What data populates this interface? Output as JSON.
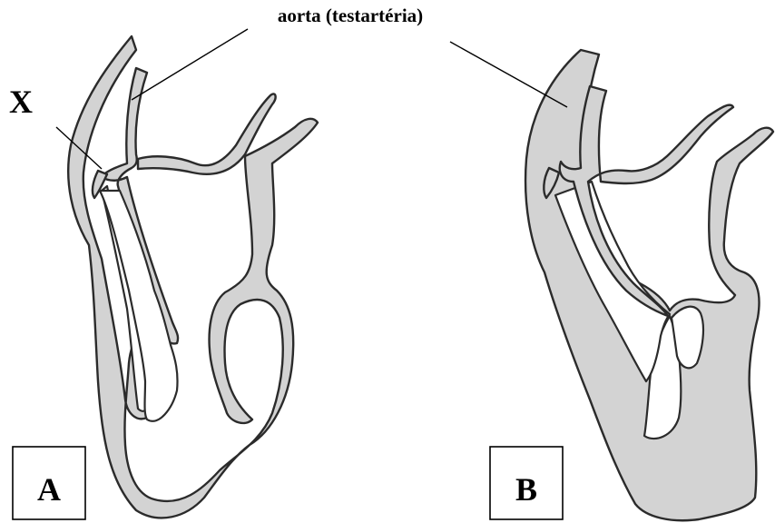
{
  "labels": {
    "aorta": "aorta (testartéria)",
    "x": "X",
    "panel_a": "A",
    "panel_b": "B"
  },
  "colors": {
    "wall_fill": "#d3d3d3",
    "outline": "#2b2b2b",
    "background": "#ffffff"
  }
}
